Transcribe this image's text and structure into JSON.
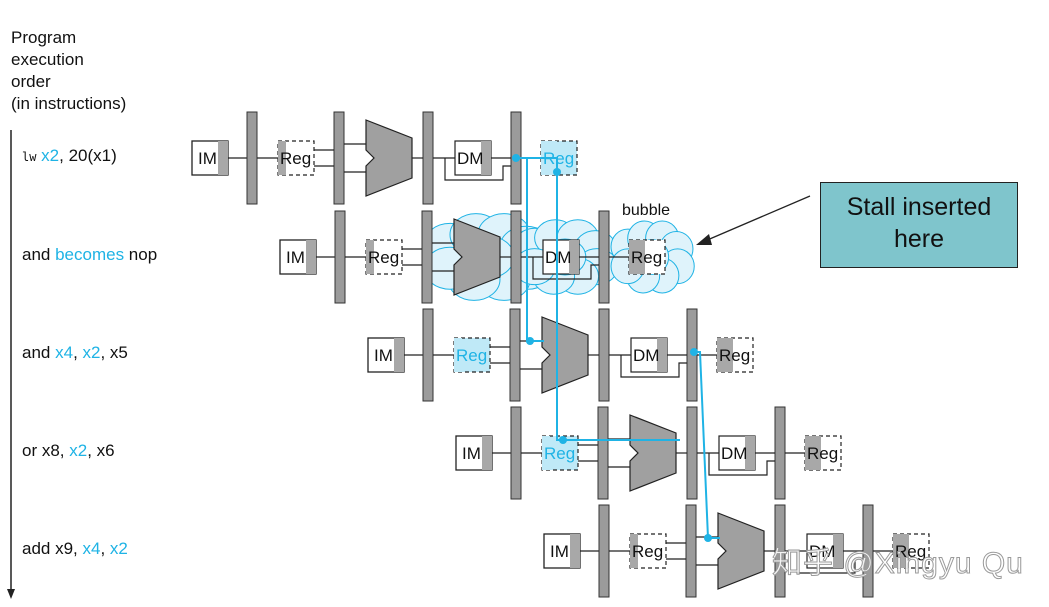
{
  "header": {
    "line1": "Program",
    "line2": "execution",
    "line3": "order",
    "line4": "(in instructions)"
  },
  "instructions": [
    {
      "parts": [
        {
          "t": "lw",
          "c": "mono"
        },
        {
          "t": " x2",
          "c": "hl"
        },
        {
          "t": ", 20(x1)",
          "c": ""
        }
      ]
    },
    {
      "parts": [
        {
          "t": "and ",
          "c": ""
        },
        {
          "t": "becomes",
          "c": "hl"
        },
        {
          "t": " nop",
          "c": ""
        }
      ]
    },
    {
      "parts": [
        {
          "t": "and ",
          "c": ""
        },
        {
          "t": "x4",
          "c": "hl"
        },
        {
          "t": ", ",
          "c": ""
        },
        {
          "t": "x2",
          "c": "hl"
        },
        {
          "t": ", x5",
          "c": ""
        }
      ]
    },
    {
      "parts": [
        {
          "t": "or x8, ",
          "c": ""
        },
        {
          "t": "x2",
          "c": "hl"
        },
        {
          "t": ", x6",
          "c": ""
        }
      ]
    },
    {
      "parts": [
        {
          "t": "add x9, ",
          "c": ""
        },
        {
          "t": "x4",
          "c": "hl"
        },
        {
          "t": ", ",
          "c": ""
        },
        {
          "t": "x2",
          "c": "hl"
        }
      ]
    }
  ],
  "stage_labels": {
    "im": "IM",
    "reg": "Reg",
    "dm": "DM"
  },
  "bubble_label": "bubble",
  "callout": {
    "line1": "Stall inserted",
    "line2": "here"
  },
  "watermark": "知乎 @Xingyu Qu",
  "colors": {
    "forward": "#1fb3e5",
    "shade": "#a8a8a8",
    "highlight": "#bfe9f7",
    "bubble": "#dff3fb",
    "callout": "#7fc5cc"
  }
}
